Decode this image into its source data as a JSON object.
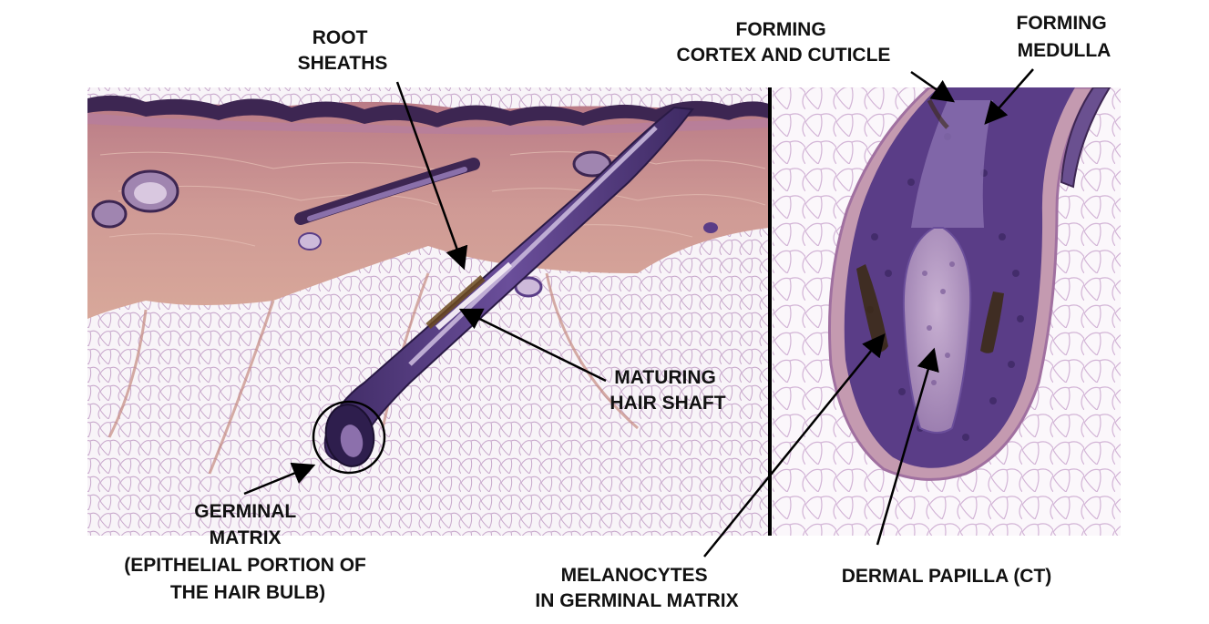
{
  "labels": {
    "root_sheaths": [
      "ROOT",
      "SHEATHS"
    ],
    "forming_cortex": [
      "FORMING",
      "CORTEX AND CUTICLE"
    ],
    "forming_medulla": [
      "FORMING",
      "MEDULLA"
    ],
    "maturing_shaft": [
      "MATURING",
      "HAIR SHAFT"
    ],
    "germinal_matrix": [
      "GERMINAL",
      "MATRIX",
      "(EPITHELIAL PORTION OF",
      "THE HAIR BULB)"
    ],
    "melanocytes": [
      "MELANOCYTES",
      "IN GERMINAL MATRIX"
    ],
    "dermal_papilla": [
      "DERMAL PAPILLA (CT)"
    ]
  },
  "colors": {
    "label_text": "#111111",
    "arrow": "#000000",
    "dermis": "#c9898c",
    "epidermis": "#3d2652",
    "adipose": "#f7f2f7",
    "follicle": "#5a3d87",
    "papilla": "#b89bc2"
  }
}
